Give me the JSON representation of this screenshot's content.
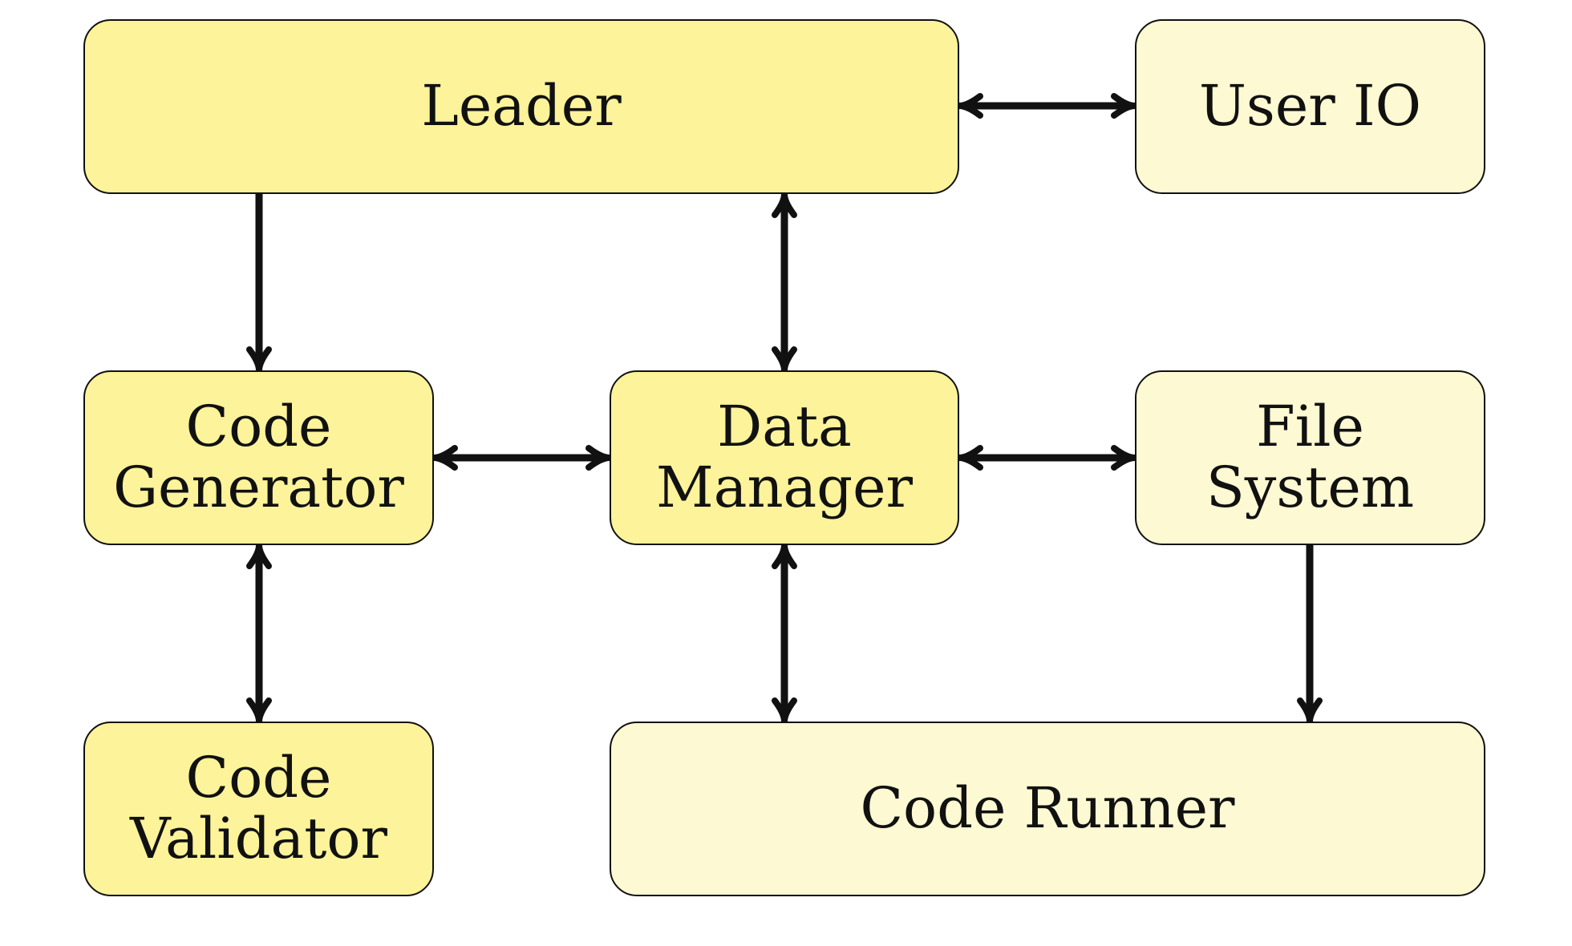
{
  "colors": {
    "core_fill": "#fcf39a",
    "external_fill": "#fdf9d2",
    "stroke": "#111111",
    "arrow": "#111111"
  },
  "nodes": {
    "leader": {
      "lines": [
        "Leader"
      ],
      "role": "core"
    },
    "user_io": {
      "lines": [
        "User IO"
      ],
      "role": "external"
    },
    "code_generator": {
      "lines": [
        "Code",
        "Generator"
      ],
      "role": "core"
    },
    "data_manager": {
      "lines": [
        "Data",
        "Manager"
      ],
      "role": "core"
    },
    "file_system": {
      "lines": [
        "File",
        "System"
      ],
      "role": "external"
    },
    "code_validator": {
      "lines": [
        "Code",
        "Validator"
      ],
      "role": "core"
    },
    "code_runner": {
      "lines": [
        "Code Runner"
      ],
      "role": "external"
    }
  },
  "edges": [
    {
      "from": "leader",
      "to": "user_io",
      "direction": "both"
    },
    {
      "from": "leader",
      "to": "code_generator",
      "direction": "forward"
    },
    {
      "from": "leader",
      "to": "data_manager",
      "direction": "both"
    },
    {
      "from": "code_generator",
      "to": "data_manager",
      "direction": "both"
    },
    {
      "from": "data_manager",
      "to": "file_system",
      "direction": "both"
    },
    {
      "from": "code_generator",
      "to": "code_validator",
      "direction": "both"
    },
    {
      "from": "data_manager",
      "to": "code_runner",
      "direction": "both"
    },
    {
      "from": "file_system",
      "to": "code_runner",
      "direction": "forward"
    }
  ]
}
